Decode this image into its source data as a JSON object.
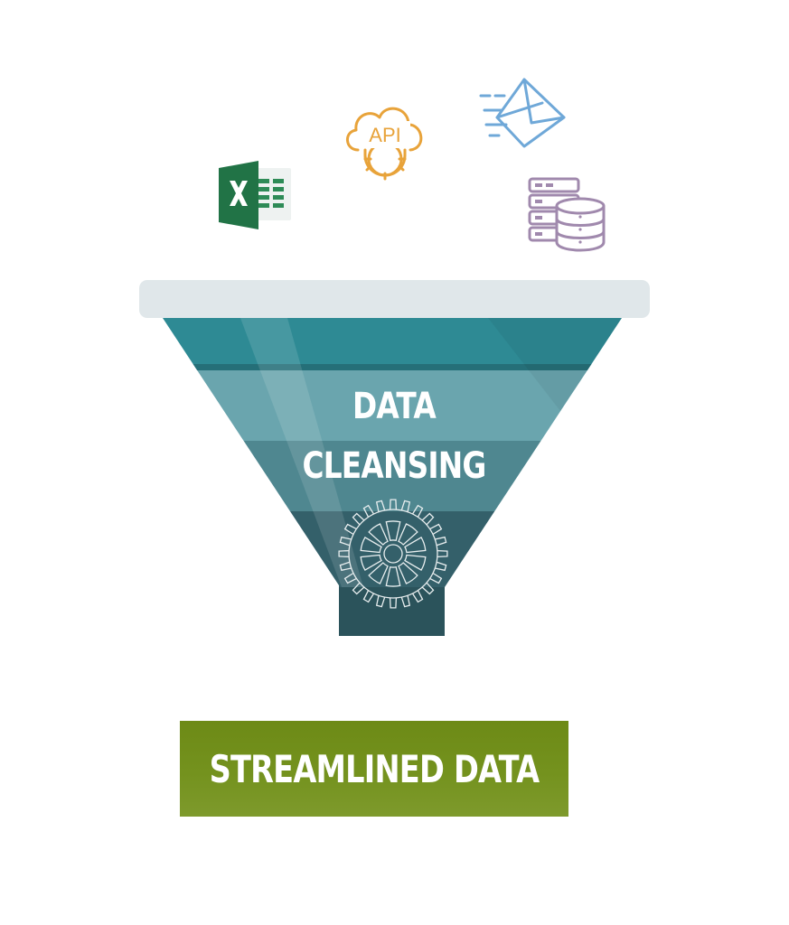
{
  "sources": {
    "api_label": "API"
  },
  "funnel": {
    "title_line1": "DATA",
    "title_line2": "CLEANSING"
  },
  "output": {
    "label": "STREAMLINED DATA"
  },
  "icons": {
    "excel": "excel-spreadsheet-icon",
    "api": "api-cloud-gear-icon",
    "email": "email-send-icon",
    "database": "server-database-icon",
    "gear": "gear-icon"
  },
  "colors": {
    "excel_green": "#217346",
    "api_orange": "#e8a33a",
    "email_blue": "#6fa8d8",
    "database_purple": "#a089ad",
    "funnel_rim": "#e0e7ea",
    "funnel_band1": "#2e8a94",
    "funnel_band2": "#6aa5ae",
    "funnel_band3": "#4f8790",
    "funnel_band4": "#34606a",
    "funnel_spout": "#2b535b",
    "output_green": "#74921e"
  }
}
